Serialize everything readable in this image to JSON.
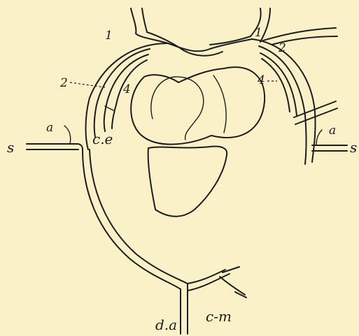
{
  "labels": {
    "arch_1_left": "1",
    "arch_1_right": "1",
    "arch_2_left": "2",
    "arch_2_right": "2",
    "arch_4_left": "4",
    "arch_4_right": "4",
    "a_left": "a",
    "a_right": "a",
    "s_left": "s",
    "s_right": "s",
    "ce": "c.e",
    "da": "d.a",
    "cm": "c-m"
  }
}
